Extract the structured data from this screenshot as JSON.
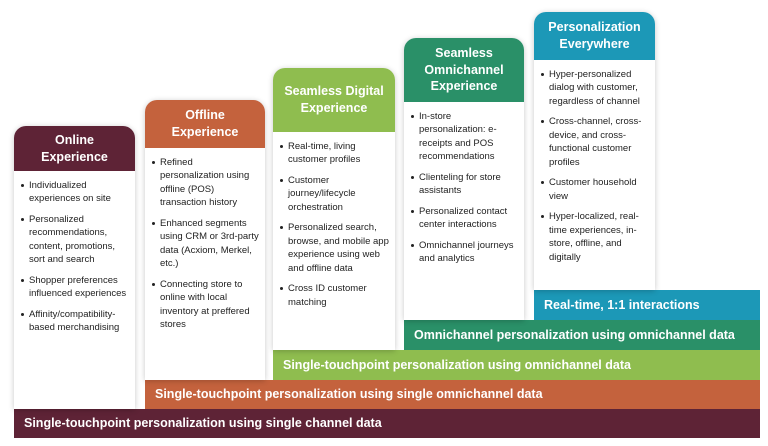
{
  "bands": [
    "Single-touchpoint personalization using single channel data",
    "Single-touchpoint personalization using single omnichannel data",
    "Single-touchpoint personalization using omnichannel data",
    "Omnichannel personalization using omnichannel data",
    "Real-time, 1:1 interactions"
  ],
  "stages": [
    {
      "title": "Online Experience",
      "color": "#5e2336",
      "items": [
        "Individualized experiences on site",
        "Personalized recommendations, content, promotions, sort and search",
        "Shopper preferences influenced experiences",
        "Affinity/compatibility-based merchandising"
      ]
    },
    {
      "title": "Offline Experience",
      "color": "#c4623d",
      "items": [
        "Refined personalization using offline (POS) transaction history",
        "Enhanced segments using CRM or 3rd-party data (Acxiom, Merkel, etc.)",
        "Connecting store to online with local inventory at preffered stores"
      ]
    },
    {
      "title": "Seamless Digital Experience",
      "color": "#8fbd4f",
      "items": [
        "Real-time, living customer profiles",
        "Customer journey/lifecycle orchestration",
        "Personalized search, browse, and mobile app experience using web and offline data",
        "Cross ID customer matching"
      ]
    },
    {
      "title": "Seamless Omnichannel Experience",
      "color": "#2a9068",
      "items": [
        "In-store personalization: e-receipts and POS recommendations",
        "Clienteling for store assistants",
        "Personalized contact center interactions",
        "Omnichannel journeys and analytics"
      ]
    },
    {
      "title": "Personalization Everywhere",
      "color": "#1c98b7",
      "items": [
        "Hyper-personalized dialog with customer, regardless of channel",
        "Cross-channel, cross-device, and cross-functional customer profiles",
        "Customer household view",
        "Hyper-localized, real-time experiences, in-store, offline, and digitally"
      ]
    }
  ]
}
